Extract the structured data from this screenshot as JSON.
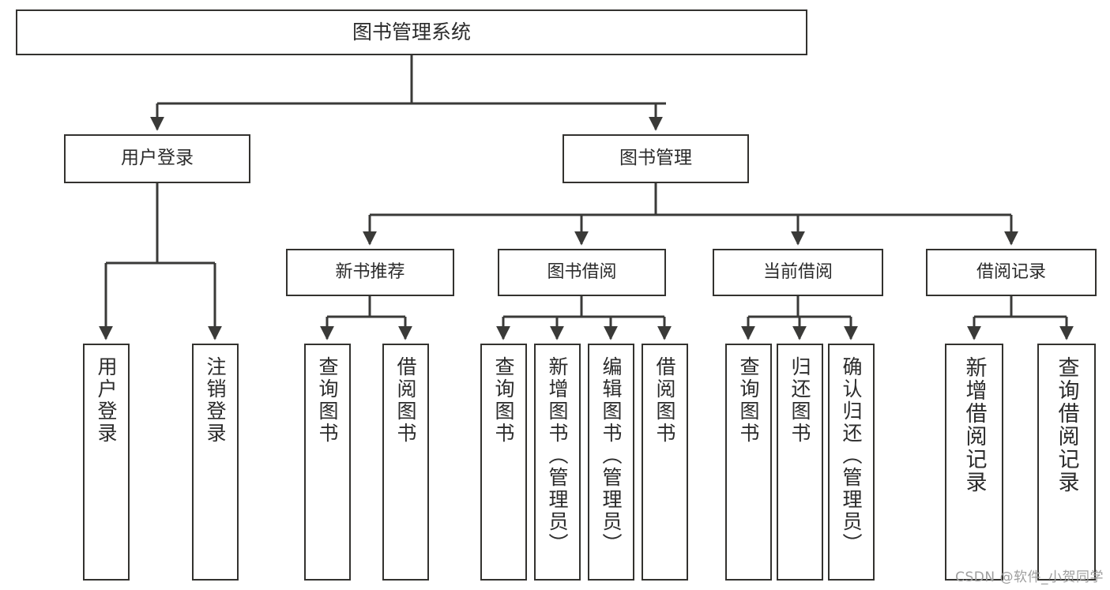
{
  "diagram": {
    "title": "图书管理系统",
    "type": "hierarchy-tree",
    "watermark": "CSDN @软件_小贺同学",
    "colors": {
      "box_border": "#33322f",
      "box_fill": "#ffffff",
      "connector": "#3a3a38",
      "text": "#2b2b2b",
      "watermark": "#9e9e9e",
      "background": "#ffffff"
    },
    "root": {
      "label": "图书管理系统"
    },
    "tier2": [
      {
        "label": "用户登录"
      },
      {
        "label": "图书管理"
      }
    ],
    "tier3": [
      {
        "label": "新书推荐"
      },
      {
        "label": "图书借阅"
      },
      {
        "label": "当前借阅"
      },
      {
        "label": "借阅记录"
      }
    ],
    "leaves": {
      "user_login": [
        {
          "label": "用户登录"
        },
        {
          "label": "注销登录"
        }
      ],
      "new_book_recommend": [
        {
          "label": "查询图书"
        },
        {
          "label": "借阅图书"
        }
      ],
      "book_borrow": [
        {
          "label": "查询图书"
        },
        {
          "label": "新增图书（管理员）"
        },
        {
          "label": "编辑图书（管理员）"
        },
        {
          "label": "借阅图书"
        }
      ],
      "current_borrow": [
        {
          "label": "查询图书"
        },
        {
          "label": "归还图书"
        },
        {
          "label": "确认归还（管理员）"
        }
      ],
      "borrow_record": [
        {
          "label": "新增借阅记录"
        },
        {
          "label": "查询借阅记录"
        }
      ]
    }
  }
}
